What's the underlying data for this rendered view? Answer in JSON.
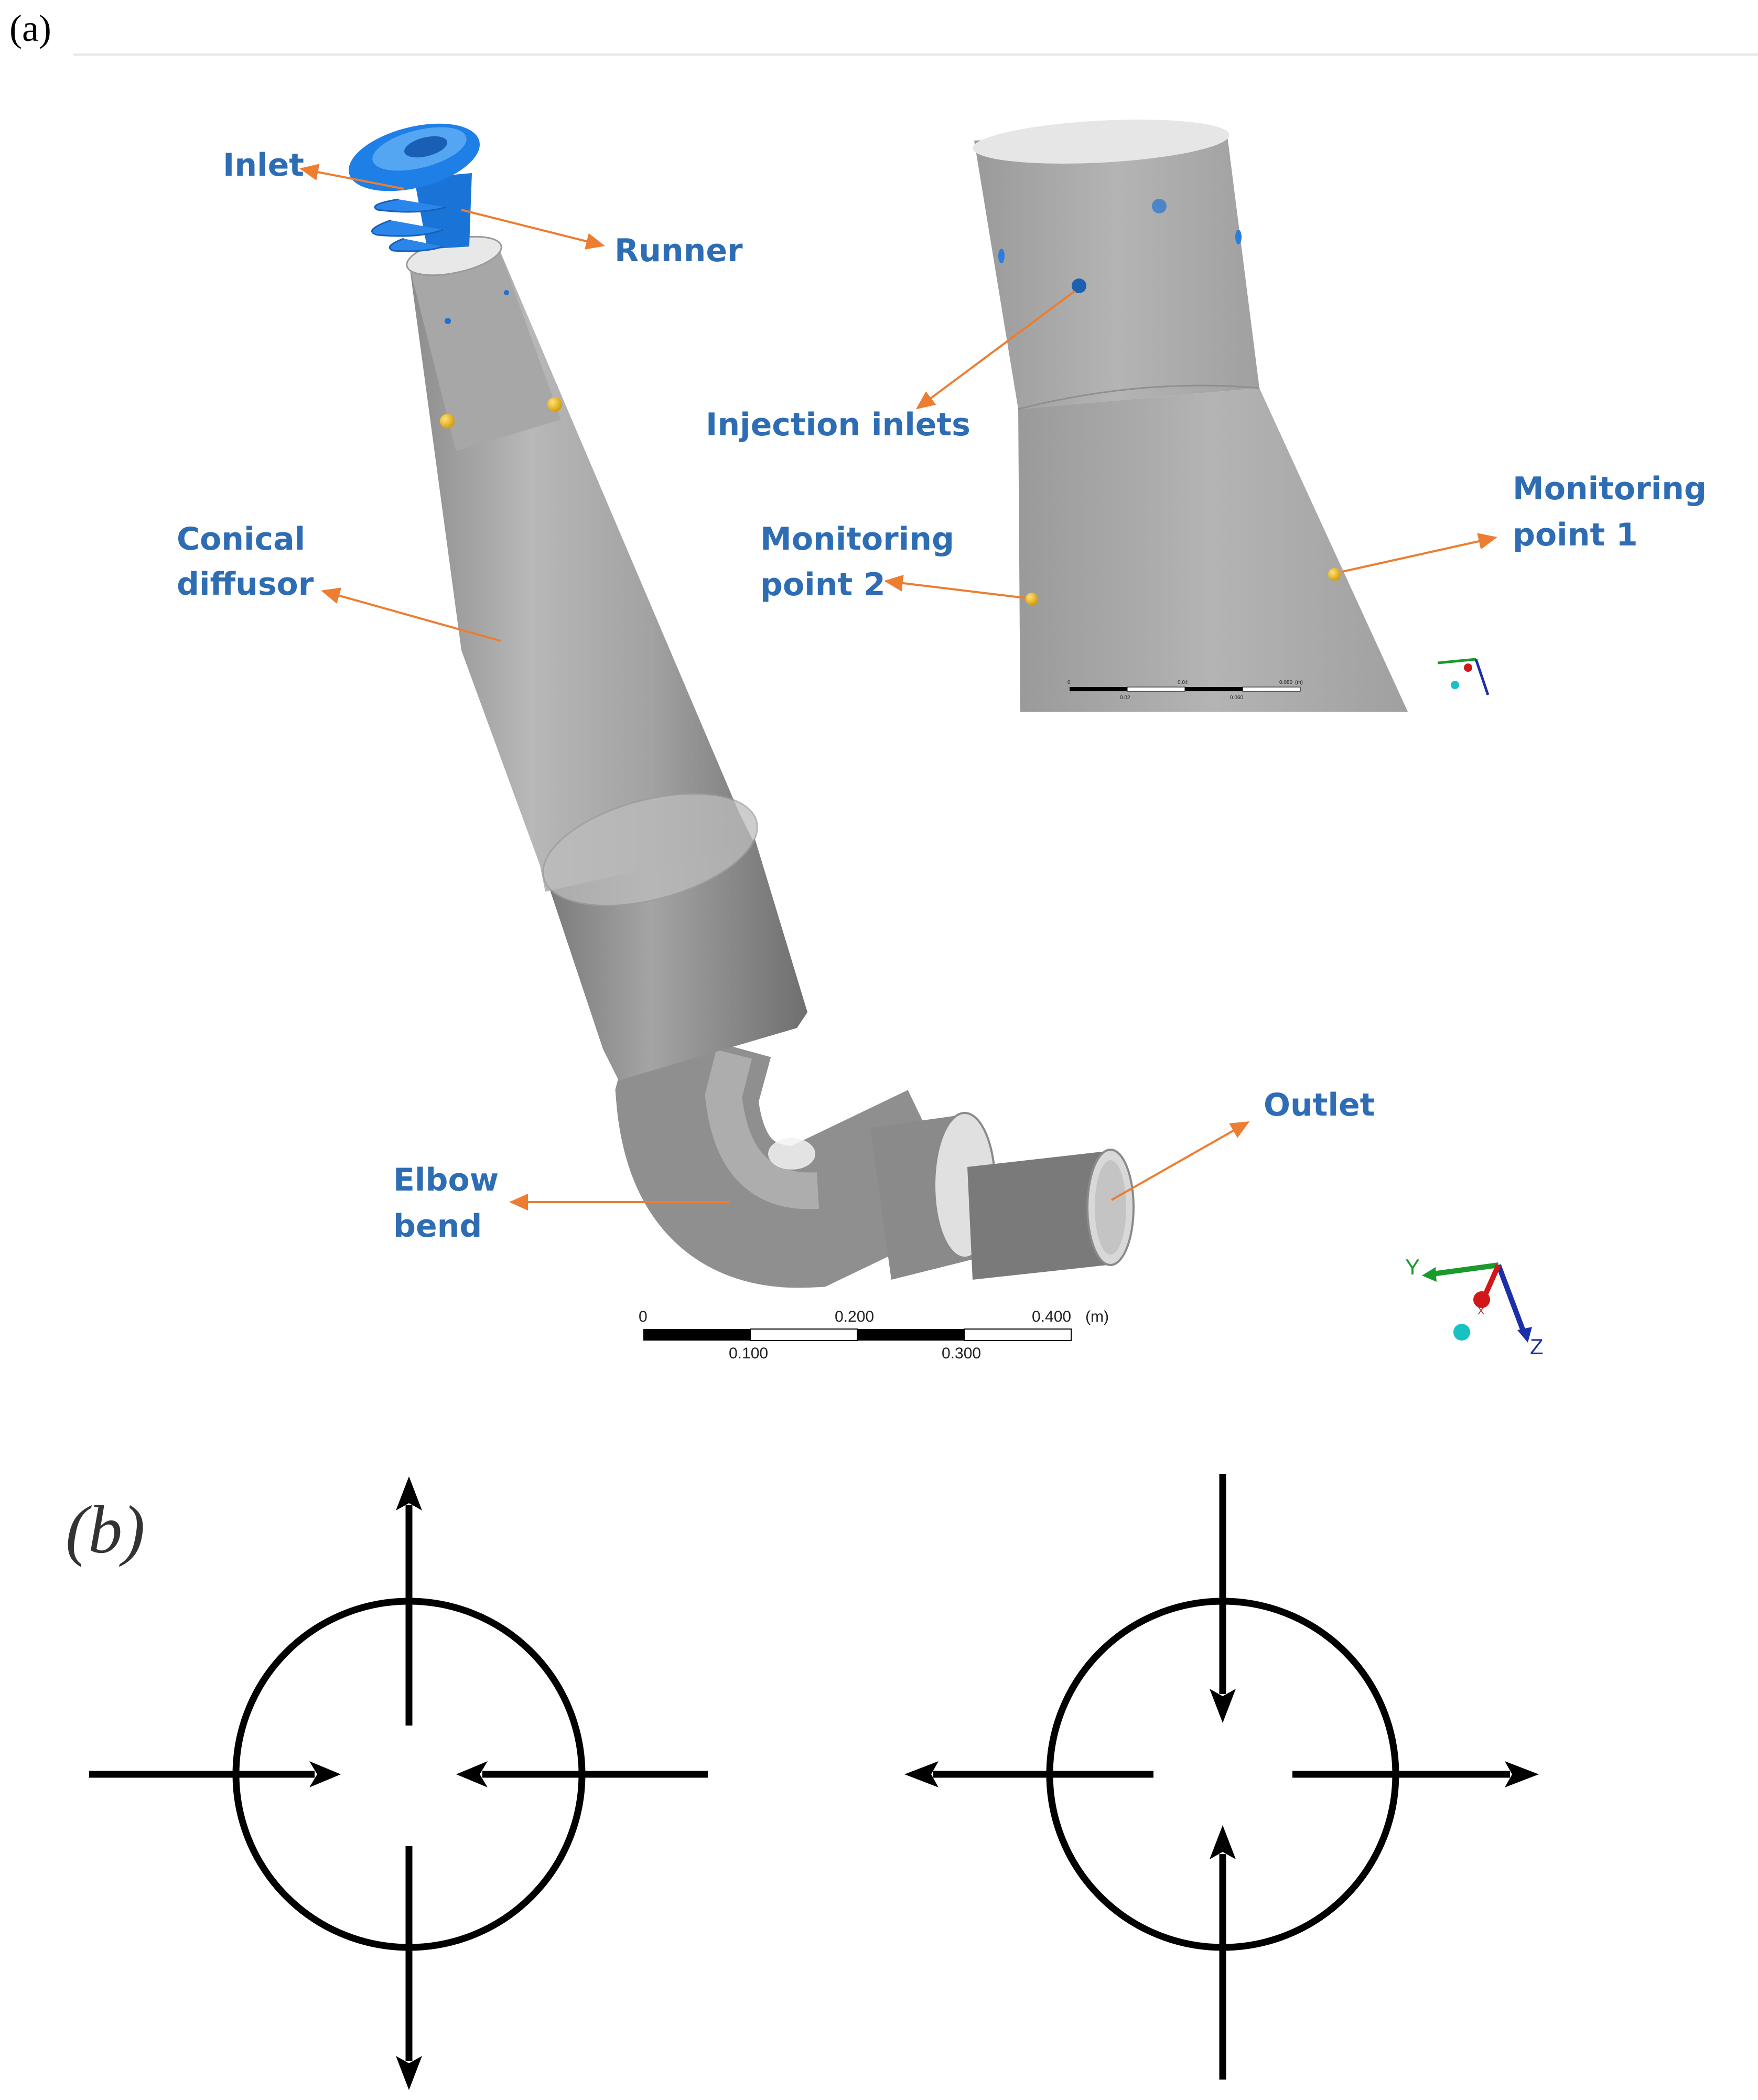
{
  "panels": {
    "a": "(a)",
    "b": "(b)"
  },
  "callouts": {
    "inlet": "Inlet",
    "runner": "Runner",
    "conical_1": "Conical",
    "conical_2": "diffusor",
    "elbow_1": "Elbow",
    "elbow_2": "bend",
    "outlet": "Outlet",
    "injection": "Injection inlets",
    "mon2_1": "Monitoring",
    "mon2_2": "point 2",
    "mon1_1": "Monitoring",
    "mon1_2": "point 1"
  },
  "scale_main": {
    "t0": "0",
    "t200": "0.200",
    "t400": "0.400",
    "unit": "(m)",
    "t100": "0.100",
    "t300": "0.300"
  },
  "scale_inset": {
    "t0": "0",
    "t04": "0.04",
    "t08": "0.080",
    "unit": "(m)",
    "t02": "0.02",
    "t06": "0.060"
  },
  "axes": {
    "y": "Y",
    "z": "Z",
    "x": "X"
  },
  "colors": {
    "label_blue": "#2e6db4",
    "leader_orange": "#ed7d31",
    "runner_blue": "#1f7fe0",
    "monitor_yellow": "#f2b400",
    "geometry_gray": "#a9a9a9"
  }
}
